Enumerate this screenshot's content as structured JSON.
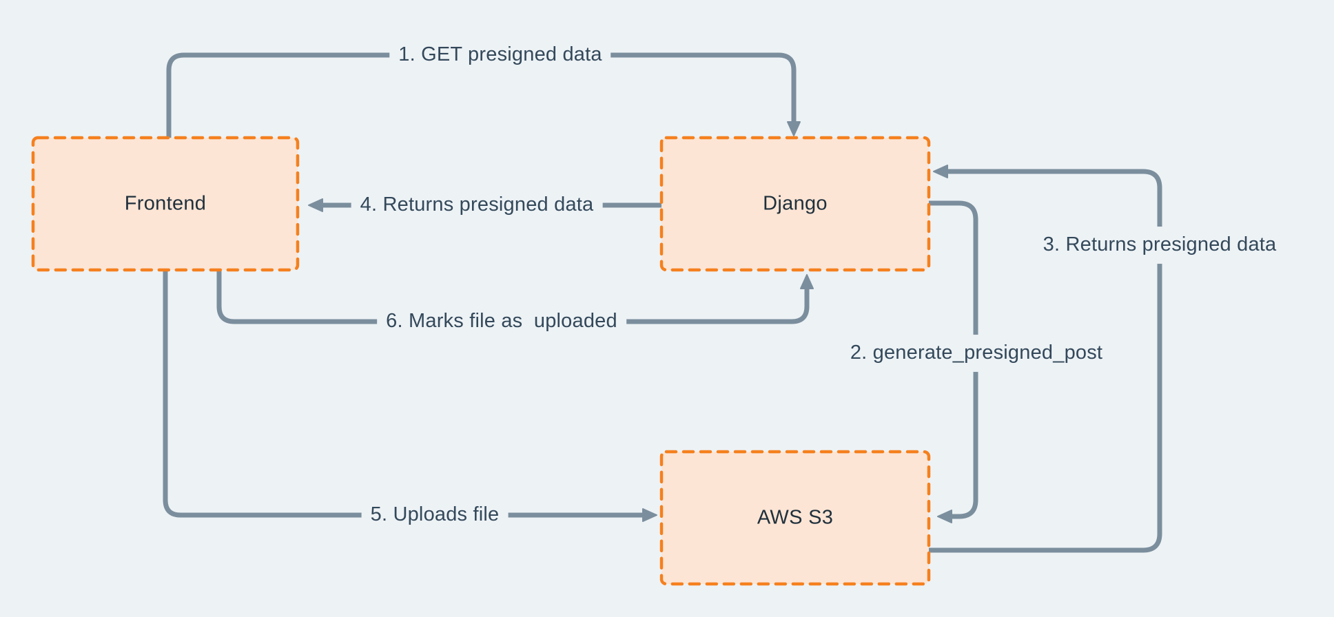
{
  "diagram": {
    "description": "Presigned S3 upload flow diagram",
    "colors": {
      "background": "#EDF2F5",
      "node_fill": "#FCE5D5",
      "node_border": "#F5801E",
      "edge_line": "#7B8E9D",
      "edge_label_text": "#33485A",
      "node_label_text": "#20303C"
    },
    "nodes": [
      {
        "id": "frontend",
        "label": "Frontend"
      },
      {
        "id": "django",
        "label": "Django"
      },
      {
        "id": "aws-s3",
        "label": "AWS S3"
      }
    ],
    "edges": [
      {
        "step": 1,
        "from": "Frontend",
        "to": "Django",
        "label": "1. GET presigned data"
      },
      {
        "step": 2,
        "from": "Django",
        "to": "AWS S3",
        "label": "2. generate_presigned_post"
      },
      {
        "step": 3,
        "from": "AWS S3",
        "to": "Django",
        "label": "3. Returns presigned data"
      },
      {
        "step": 4,
        "from": "Django",
        "to": "Frontend",
        "label": "4. Returns presigned data"
      },
      {
        "step": 5,
        "from": "Frontend",
        "to": "AWS S3",
        "label": "5. Uploads file"
      },
      {
        "step": 6,
        "from": "Frontend",
        "to": "Django",
        "label": "6. Marks file as  uploaded"
      }
    ]
  }
}
